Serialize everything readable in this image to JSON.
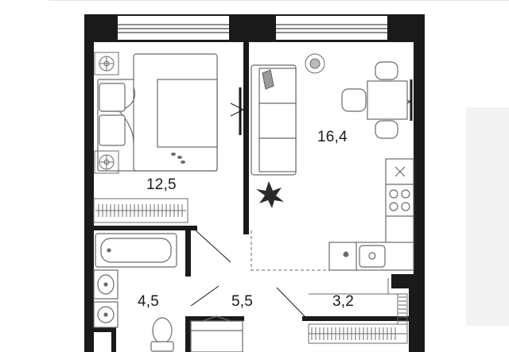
{
  "plan": {
    "rooms": [
      {
        "id": "bedroom",
        "area": "12,5"
      },
      {
        "id": "kitchen-living",
        "area": "16,4"
      },
      {
        "id": "bathroom",
        "area": "4,5"
      },
      {
        "id": "hallway",
        "area": "5,5"
      },
      {
        "id": "wardrobe",
        "area": "3,2"
      }
    ],
    "colors": {
      "wall": "#1a1a1a",
      "fixture": "#6b6b6b",
      "window": "#ffffff",
      "panel": "#f3f3f3"
    }
  }
}
